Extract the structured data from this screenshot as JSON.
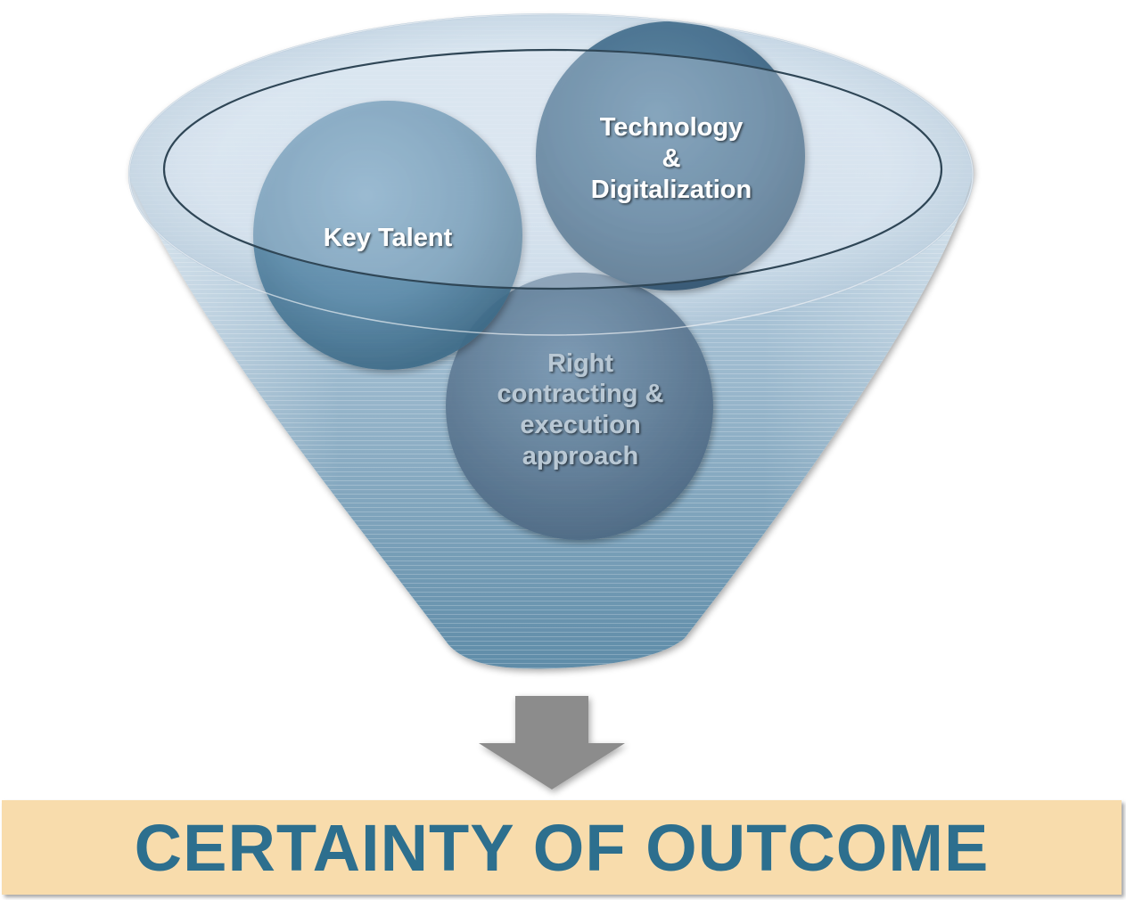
{
  "diagram": {
    "circles": [
      {
        "id": "key-talent",
        "lines": [
          "Key Talent"
        ]
      },
      {
        "id": "technology",
        "lines": [
          "Technology",
          "&",
          "Digitalization"
        ]
      },
      {
        "id": "contracting",
        "lines": [
          "Right",
          "contracting &",
          "execution",
          "approach"
        ]
      }
    ],
    "outcome": "CERTAINTY OF OUTCOME"
  },
  "colors": {
    "funnel_top": "#c9dcea",
    "funnel_bottom": "#5d8ba6",
    "circle_fill": "#5f8eab",
    "circle_dark": "#3f6b87",
    "label_white": "#ffffff",
    "label_faded": "#b9c8d4",
    "arrow": "#8a8a8a",
    "banner": "#f8dcac",
    "outcome_text": "#2d6f8e"
  }
}
